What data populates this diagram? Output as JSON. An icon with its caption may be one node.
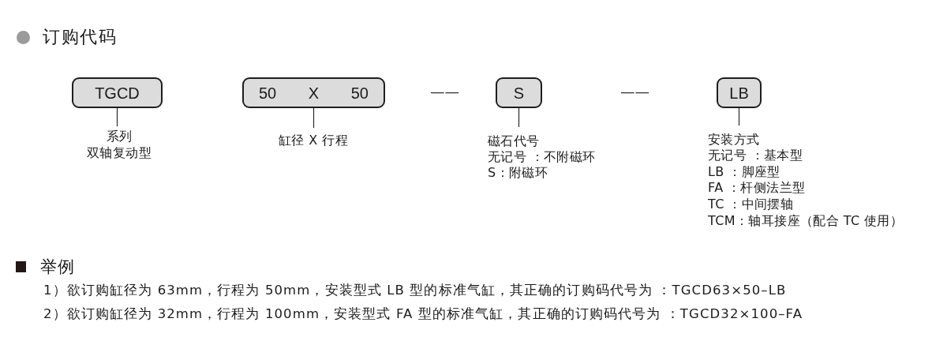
{
  "diagram": {
    "title": "订购代码",
    "nodes": [
      {
        "text": [
          "TGCD"
        ]
      },
      {
        "text": [
          "50",
          "X",
          "50"
        ]
      },
      {
        "text": [
          "S"
        ]
      },
      {
        "text": [
          "LB"
        ]
      },
      {
        "text": [
          "系列",
          "双轴复动型"
        ]
      },
      {
        "text": [
          "缸径 X 行程"
        ]
      },
      {
        "text": [
          "磁石代号",
          "无记号 ：不附磁环",
          "S：附磁环"
        ]
      },
      {
        "text": [
          "安装方式",
          "无记号 ：基本型",
          "LB ：脚座型",
          "FA ：杆侧法兰型",
          "TC ：中间摆轴",
          "TCM：轴耳接座（配合 TC 使用）"
        ]
      }
    ],
    "edges": [
      {
        "from": 4,
        "to": 0,
        "arrow": "none"
      },
      {
        "from": 5,
        "to": 1,
        "arrow": "none"
      },
      {
        "from": 6,
        "to": 2,
        "arrow": "none"
      },
      {
        "from": 7,
        "to": 3,
        "arrow": "none"
      }
    ],
    "labels": [
      "——",
      "——",
      "举例",
      "1）欲订购缸径为 63mm，行程为 50mm，安装型式 LB 型的标准气缸，其正确的订购码代号为 ：TGCD63×50–LB",
      "2）欲订购缸径为 32mm，行程为 100mm，安装型式 FA 型的标准气缸，其正确的订购码代号为 ：TGCD32×100–FA"
    ]
  }
}
